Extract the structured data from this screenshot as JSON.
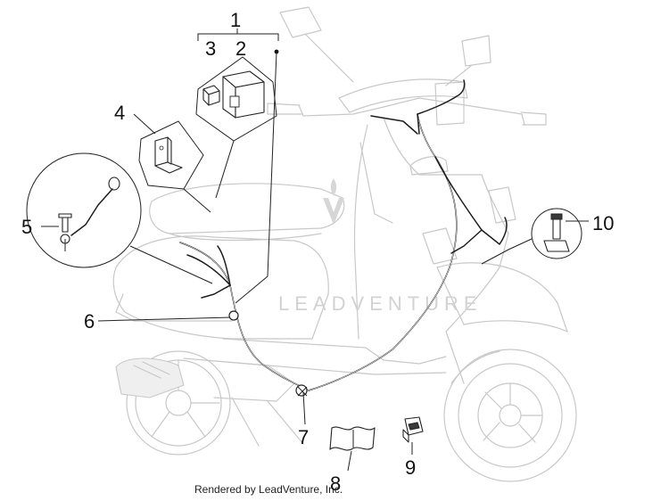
{
  "diagram": {
    "callouts": [
      "1",
      "2",
      "3",
      "4",
      "5",
      "6",
      "7",
      "8",
      "9",
      "10"
    ],
    "watermark_text": "LEADVENTURE",
    "credit": "Rendered by LeadVenture, Inc."
  }
}
